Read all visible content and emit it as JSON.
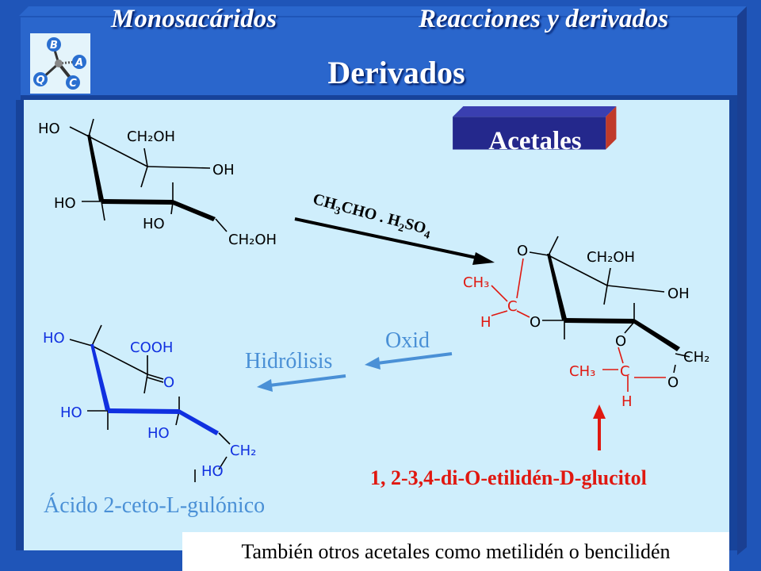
{
  "header": {
    "left_title": "Monosacáridos",
    "right_title": "Reacciones y derivados",
    "slide_title": "Derivados"
  },
  "logo": {
    "letters": [
      "B",
      "A",
      "C",
      "Q"
    ]
  },
  "section_label": "Acetales",
  "reagent": {
    "main": "CH",
    "sub1": "3",
    "mid": "CHO . H",
    "sub2": "2",
    "end": "SO",
    "sub3": "4"
  },
  "labels": {
    "oxid": "Oxid",
    "hidrolisis": "Hidrólisis",
    "product_name": "1, 2-3,4-di-O-etilidén-D-glucitol",
    "acid_name": "Ácido 2-ceto-L-gulónico"
  },
  "footnote": "También otros acetales como metilidén o bencilidén",
  "structures": {
    "sorbose": {
      "groups": [
        "HO",
        "CH₂OH",
        "OH",
        "HO",
        "HO",
        "CH₂OH"
      ]
    },
    "acetal": {
      "groups": [
        "O",
        "CH₂OH",
        "OH",
        "CH₃",
        "C",
        "H",
        "O",
        "O",
        "CH₂",
        "CH₃",
        "C",
        "H",
        "O"
      ]
    },
    "acid": {
      "groups": [
        "HO",
        "COOH",
        "O",
        "HO",
        "HO",
        "CH₂",
        "HO"
      ]
    }
  },
  "colors": {
    "frame": "#1f55b8",
    "panel": "#cfeefc",
    "accent_red": "#e01810",
    "label_blue": "#4a90d6",
    "bond_blue": "#1030e0",
    "box": "#24288c"
  }
}
